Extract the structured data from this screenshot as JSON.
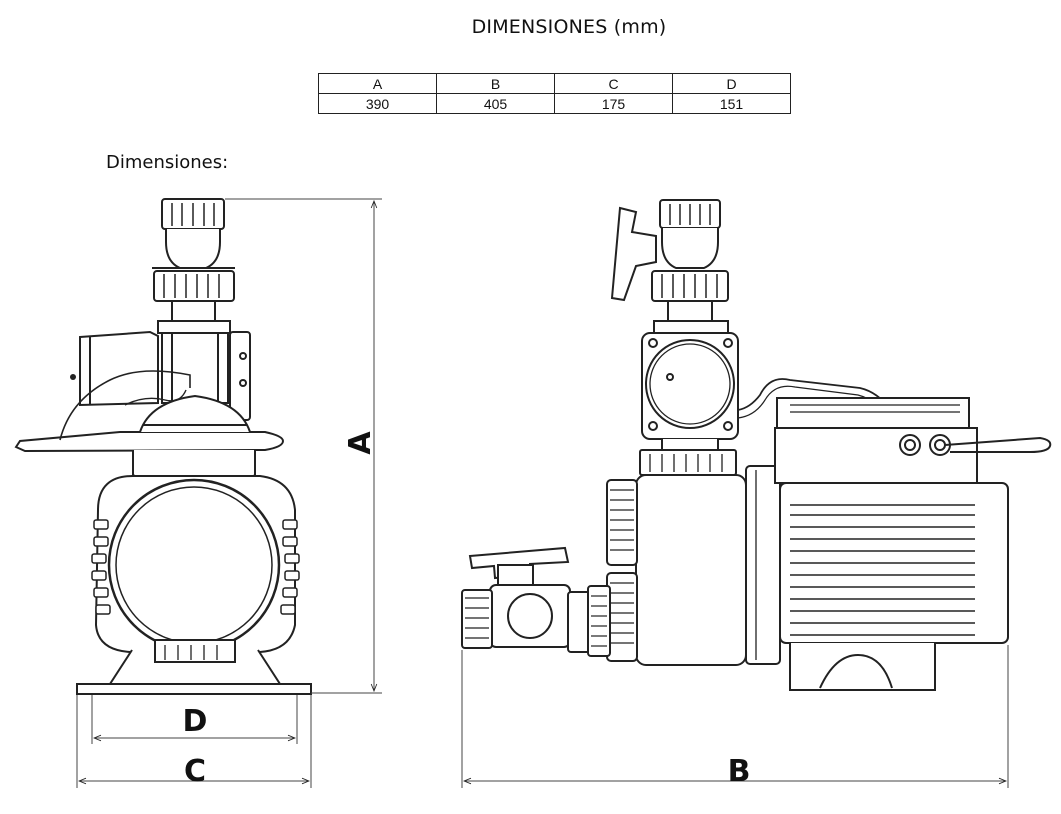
{
  "title": "DIMENSIONES (mm)",
  "table": {
    "headers": [
      "A",
      "B",
      "C",
      "D"
    ],
    "values": [
      "390",
      "405",
      "175",
      "151"
    ]
  },
  "section": {
    "bullet": "",
    "label": "Dimensiones:"
  },
  "dimension_labels": {
    "a": "A",
    "b": "B",
    "c": "C",
    "d": "D"
  }
}
